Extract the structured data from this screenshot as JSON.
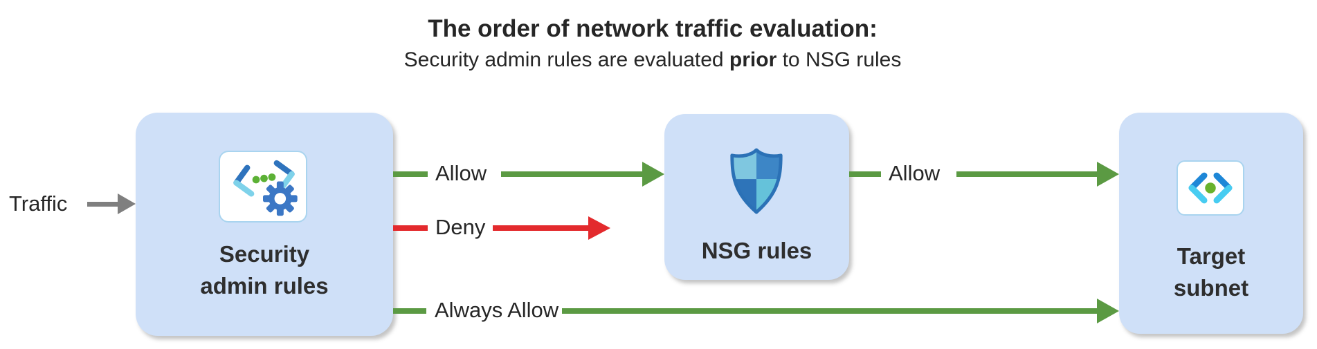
{
  "header": {
    "title": "The order of network traffic evaluation:",
    "subtitle_prefix": "Security admin rules are evaluated ",
    "subtitle_bold": "prior",
    "subtitle_suffix": " to NSG rules"
  },
  "traffic": {
    "label": "Traffic",
    "arrow_color": "#7f7f7f"
  },
  "nodes": {
    "security_admin": {
      "lines": [
        "Security",
        "admin rules"
      ],
      "icon": "network-manager-gear-icon"
    },
    "nsg": {
      "label": "NSG rules",
      "icon": "nsg-shield-icon"
    },
    "target": {
      "lines": [
        "Target",
        "subnet"
      ],
      "icon": "subnet-brackets-icon"
    }
  },
  "arrows": {
    "allow_to_nsg": {
      "label": "Allow",
      "color": "#5b9a43"
    },
    "deny": {
      "label": "Deny",
      "color": "#e32a2d"
    },
    "allow_to_target": {
      "label": "Allow",
      "color": "#5b9a43"
    },
    "always_allow": {
      "label": "Always Allow",
      "color": "#5b9a43"
    }
  },
  "colors": {
    "box_fill": "#cfe0f8",
    "allow_green": "#5b9a43",
    "deny_red": "#e32a2d",
    "traffic_gray": "#7f7f7f",
    "text": "#262626",
    "shield_border": "#2b71b6",
    "shield_quadrants": [
      "#7fc7e0",
      "#3d86c6",
      "#2e74b9",
      "#65c2da"
    ],
    "bracket_dark_blue": "#1e87d7",
    "bracket_light_cyan": "#47ccf1",
    "dot_green": "#69b22d",
    "gear_blue": "#3b77c5"
  }
}
